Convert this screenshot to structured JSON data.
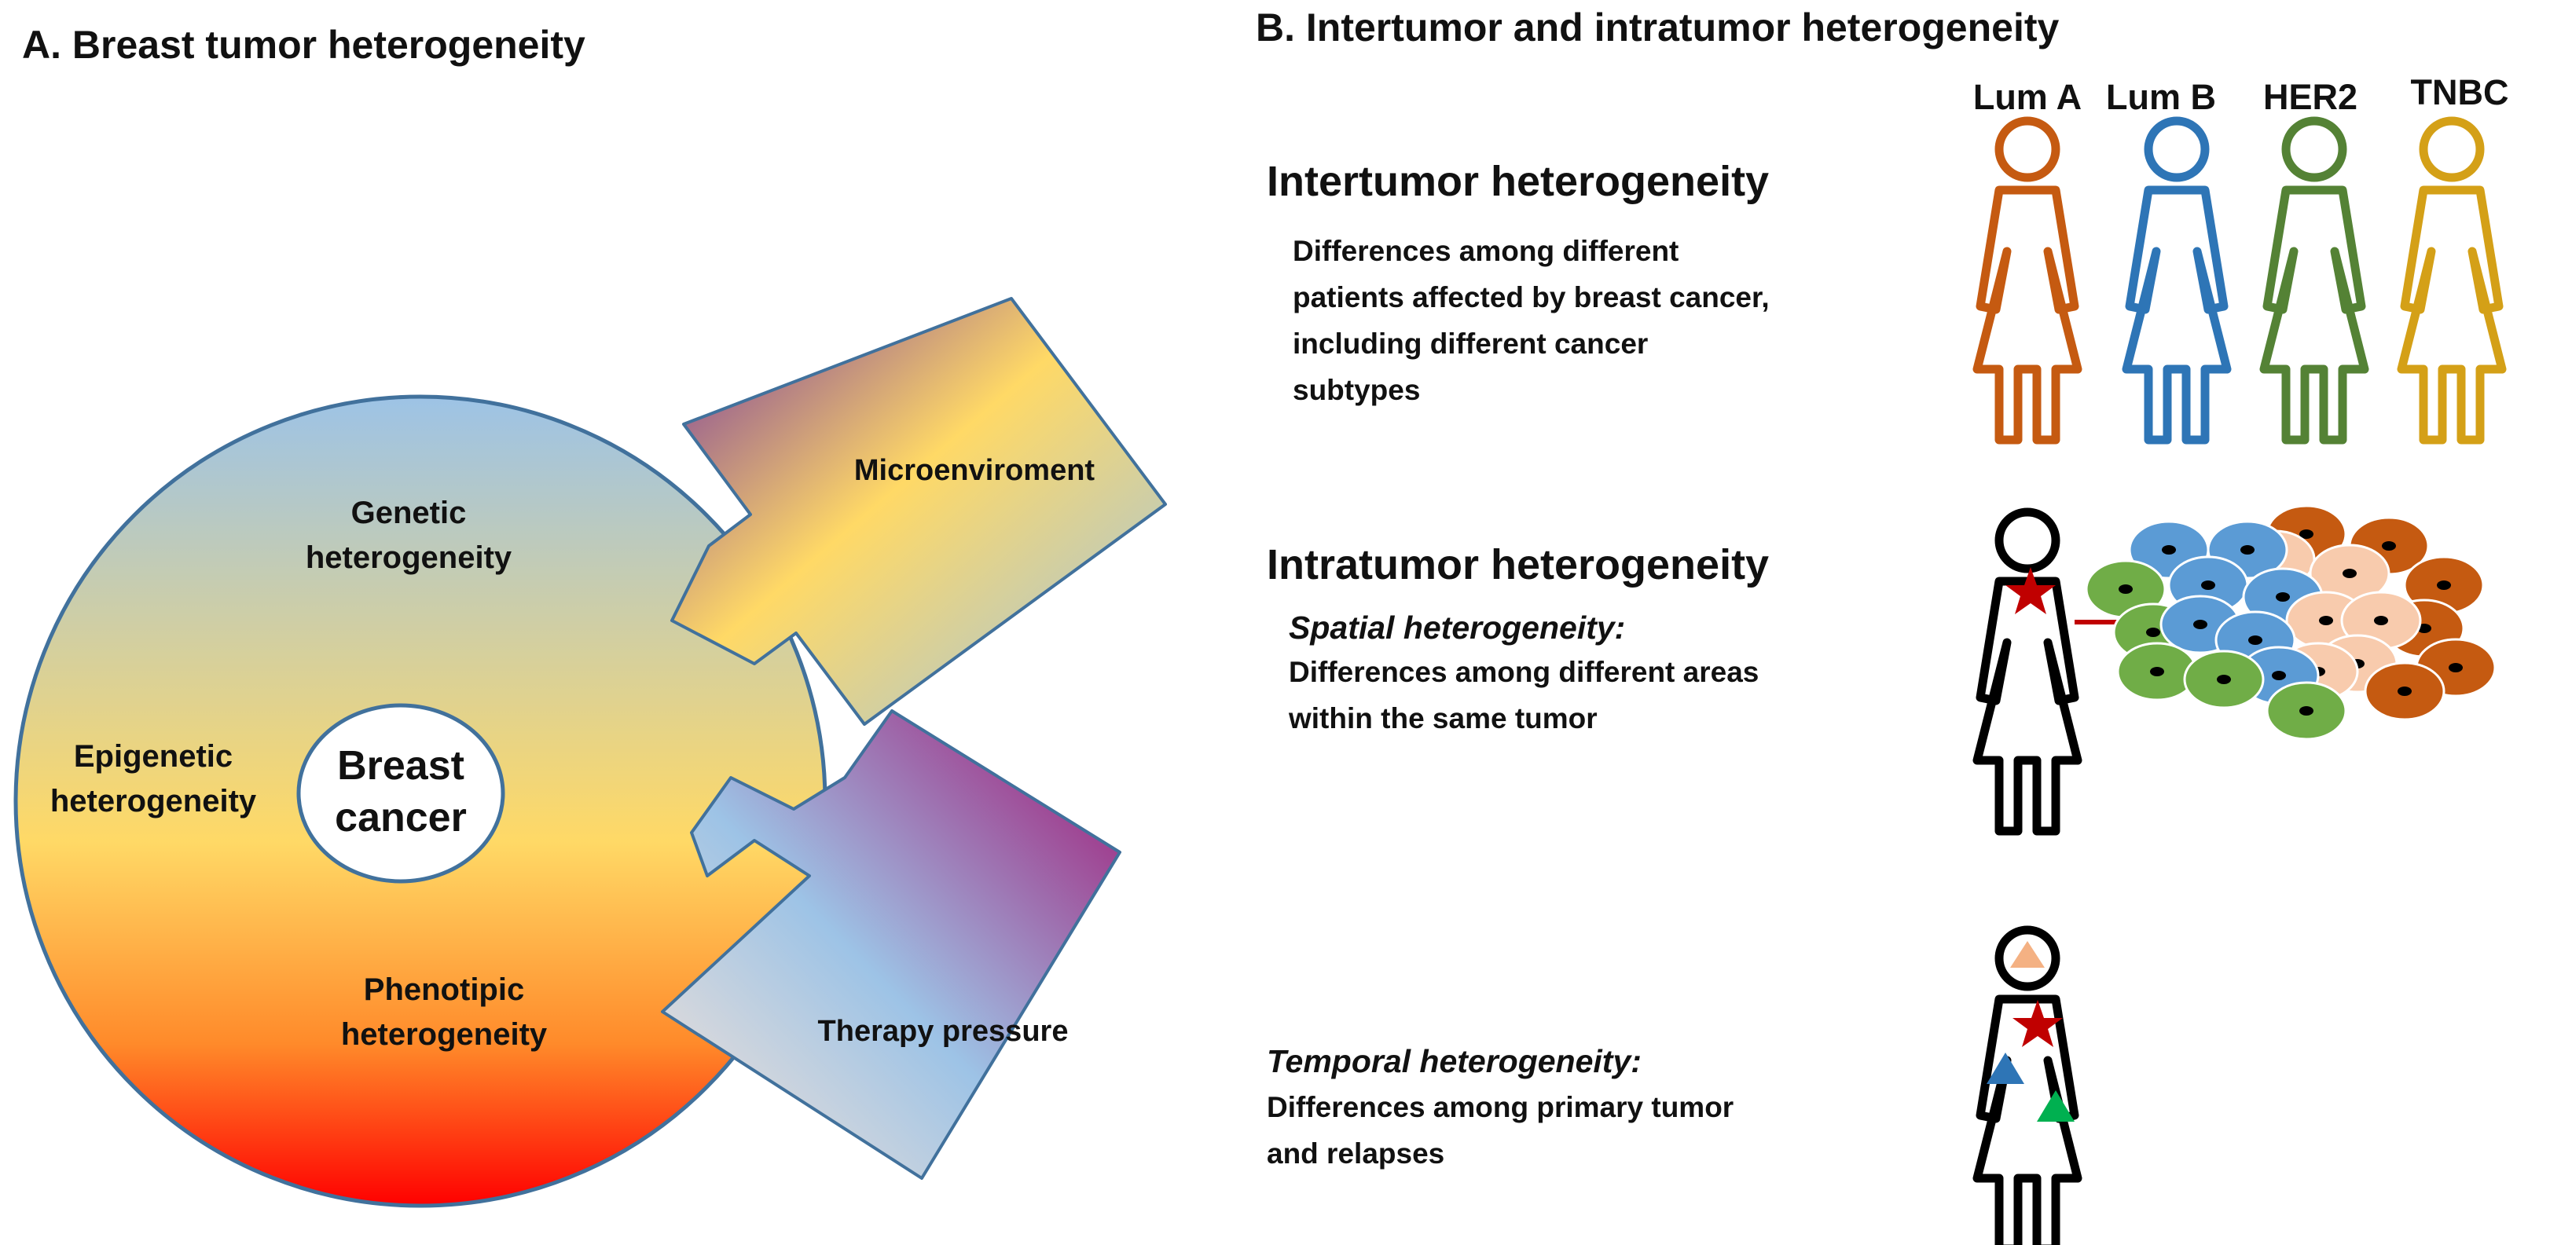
{
  "panel_a": {
    "title": "A. Breast tumor heterogeneity",
    "center_label": "Breast\ncancer",
    "genetic_label": "Genetic\nheterogeneity",
    "epigenetic_label": "Epigenetic\nheterogeneity",
    "phenotypic_label": "Phenotipic\nheterogeneity",
    "microenvironment_label": "Microenviroment",
    "therapy_label": "Therapy pressure"
  },
  "panel_b": {
    "title": "B. Intertumor and intratumor heterogeneity",
    "subtypes": [
      {
        "label": "Lum A",
        "color": "#c55a11"
      },
      {
        "label": "Lum B",
        "color": "#2e75b6"
      },
      {
        "label": "HER2",
        "color": "#548235"
      },
      {
        "label": "TNBC",
        "color": "#d4a017"
      }
    ],
    "intertumor": {
      "heading": "Intertumor heterogeneity",
      "description": "Differences among different\npatients affected by breast cancer,\nincluding different cancer\nsubtypes"
    },
    "intratumor": {
      "heading": "Intratumor heterogeneity",
      "spatial_heading": "Spatial heterogeneity:",
      "spatial_description": "Differences among different areas\nwithin the same tumor",
      "temporal_heading": "Temporal heterogeneity:",
      "temporal_description": "Differences among primary tumor\nand relapses"
    }
  },
  "colors": {
    "circle_top": "#9dc3e6",
    "circle_mid": "#ffd966",
    "circle_bottom": "#ff0000",
    "arrow_red": "#c00000",
    "star_red": "#c00000",
    "triangle_orange": "#f4b183",
    "triangle_blue": "#2e75b6",
    "triangle_green": "#00b050",
    "cell_blue": "#5b9bd5",
    "cell_peach": "#f8cbad",
    "cell_brown": "#c55a11",
    "cell_green": "#70ad47"
  }
}
